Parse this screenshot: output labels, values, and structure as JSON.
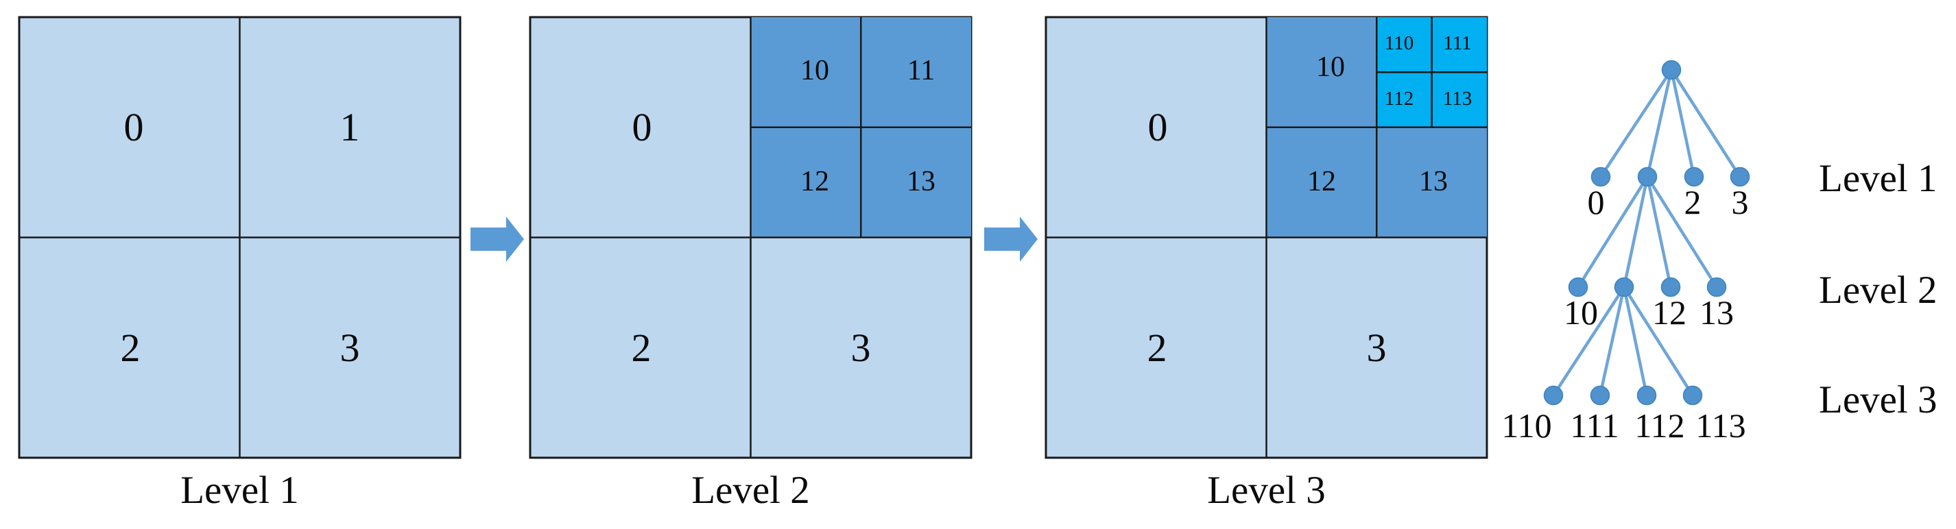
{
  "colors": {
    "cell_light": "#BDD7EE",
    "cell_medium": "#5B9BD5",
    "cell_bright": "#00B0F0",
    "arrow": "#5B9BD5",
    "tree_edge": "#6FA5D9",
    "tree_node": "#4F92CE",
    "tree_node_stroke": "#4183BC"
  },
  "panels": [
    {
      "caption": "Level 1",
      "labels": {
        "q0": "0",
        "q1": "1",
        "q2": "2",
        "q3": "3"
      }
    },
    {
      "caption": "Level 2",
      "labels": {
        "q0": "0",
        "q2": "2",
        "q3": "3",
        "q10": "10",
        "q11": "11",
        "q12": "12",
        "q13": "13"
      }
    },
    {
      "caption": "Level 3",
      "labels": {
        "q0": "0",
        "q2": "2",
        "q3": "3",
        "q10": "10",
        "q12": "12",
        "q13": "13",
        "q110": "110",
        "q111": "111",
        "q112": "112",
        "q113": "113"
      }
    }
  ],
  "tree": {
    "level1": {
      "side_label": "Level 1",
      "n0": "0",
      "n2": "2",
      "n3": "3"
    },
    "level2": {
      "side_label": "Level 2",
      "n10": "10",
      "n12": "12",
      "n13": "13"
    },
    "level3": {
      "side_label": "Level 3",
      "n110": "110",
      "n111": "111",
      "n112": "112",
      "n113": "113"
    }
  }
}
